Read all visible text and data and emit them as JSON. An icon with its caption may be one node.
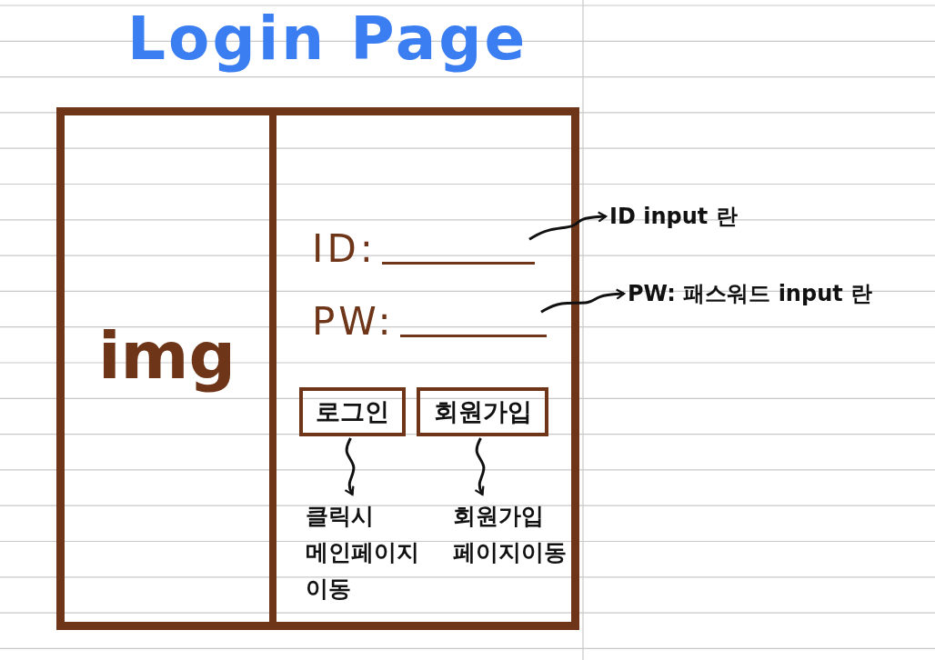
{
  "diagram": {
    "title": "Login Page",
    "nodes": [
      {
        "text": [],
        "shape": "box"
      },
      {
        "text": [
          "img"
        ],
        "in": 0
      },
      {
        "text": [],
        "shape": "box",
        "in": 0
      },
      {
        "text": [
          "ID:"
        ],
        "in": 2
      },
      {
        "text": [
          "PW:"
        ],
        "in": 2
      },
      {
        "text": [
          "로그인"
        ],
        "in": 2
      },
      {
        "text": [
          "회원가입"
        ],
        "in": 2
      },
      {
        "text": [
          "클릭시 메인페이지 이동"
        ],
        "in": 2
      },
      {
        "text": [
          "회원가입 페이지이동"
        ],
        "in": 2
      },
      {
        "text": [
          "ID input 란"
        ]
      },
      {
        "text": [
          "PW: 패스워드 input 란"
        ]
      }
    ],
    "edges": [
      {
        "from": 3,
        "to": 9,
        "arrow": "to"
      },
      {
        "from": 4,
        "to": 10,
        "arrow": "to"
      },
      {
        "from": 5,
        "to": 7,
        "arrow": "to"
      },
      {
        "from": 6,
        "to": 8,
        "arrow": "to"
      }
    ]
  }
}
